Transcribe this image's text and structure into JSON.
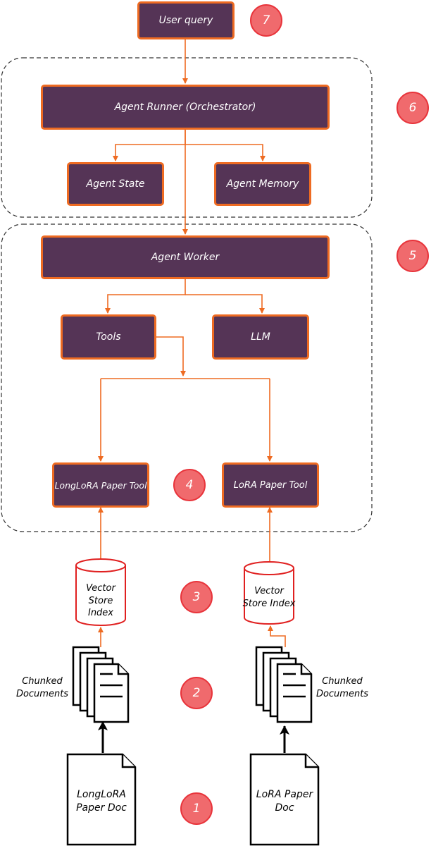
{
  "nodes": {
    "user_query": "User query",
    "agent_runner": "Agent Runner (Orchestrator)",
    "agent_state": "Agent State",
    "agent_memory": "Agent Memory",
    "agent_worker": "Agent Worker",
    "tools": "Tools",
    "llm": "LLM",
    "longlora_tool": "LongLoRA Paper Tool",
    "lora_tool": "LoRA Paper Tool"
  },
  "stores": {
    "left": {
      "line1": "Vector",
      "line2": "Store Index"
    },
    "right": {
      "line1": "Vector",
      "line2": "Store Index"
    }
  },
  "chunk_labels": {
    "left": {
      "line1": "Chunked",
      "line2": "Documents"
    },
    "right": {
      "line1": "Chunked",
      "line2": "Documents"
    }
  },
  "docs": {
    "left": {
      "line1": "LongLoRA",
      "line2": "Paper Doc"
    },
    "right": {
      "line1": "LoRA Paper",
      "line2": "Doc"
    }
  },
  "steps": [
    "7",
    "6",
    "5",
    "4",
    "3",
    "2",
    "1"
  ],
  "colors": {
    "box_fill": "#553456",
    "box_border": "#ee6b22",
    "arrow": "#ee6b22",
    "badge_fill": "#f06a6d",
    "badge_border": "#e8343b",
    "store_border": "#e02020"
  }
}
